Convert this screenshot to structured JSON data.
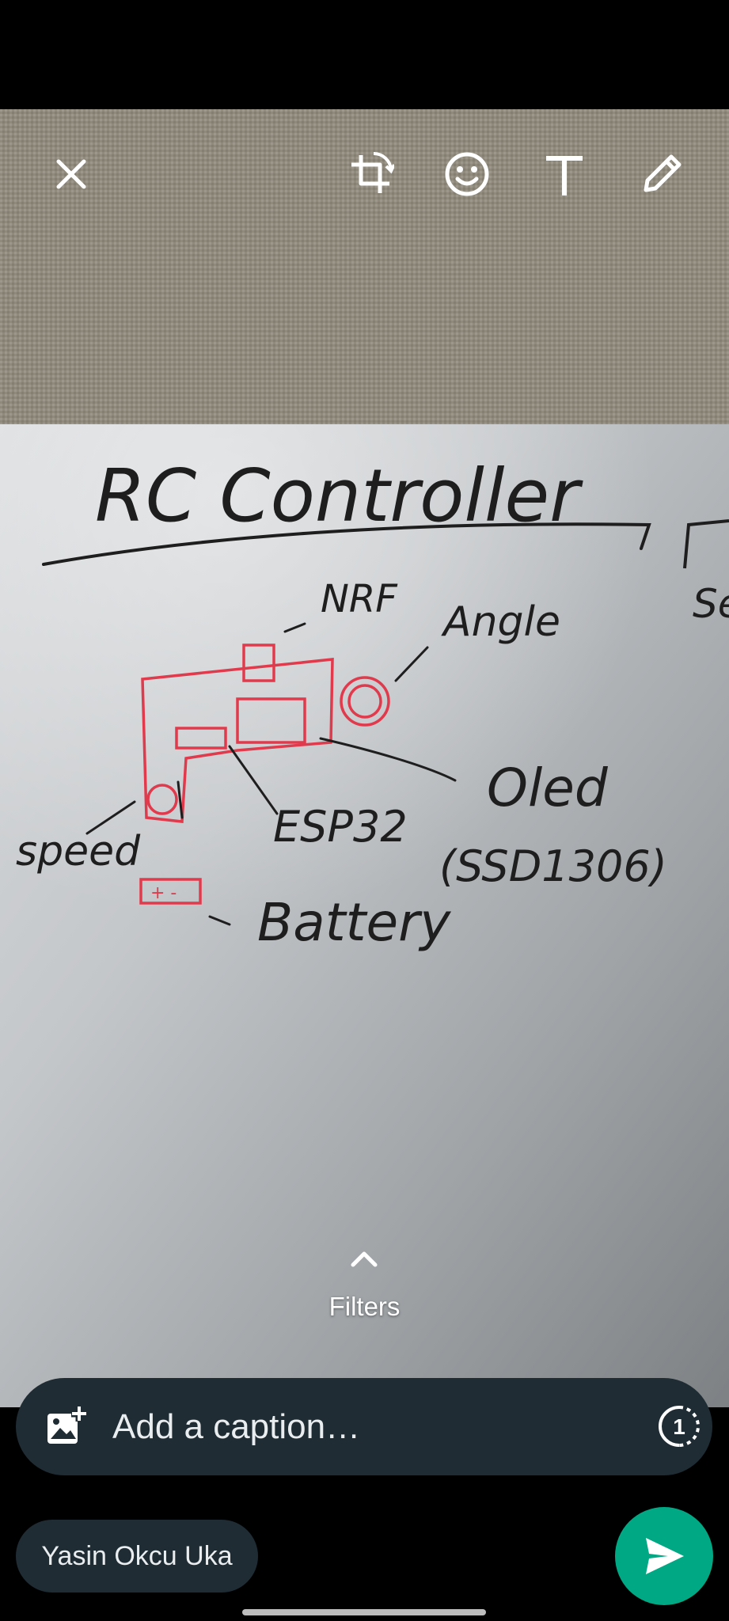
{
  "photo": {
    "alt": "Whiteboard photo",
    "handwriting": {
      "title": "RC Controller",
      "nrf": "NRF",
      "angle": "Angle",
      "speed": "speed",
      "esp32": "ESP32",
      "oled": "Oled",
      "ssd": "(SSD1306)",
      "battery": "Battery",
      "battery_symbol": "+ -",
      "edge": "Se"
    }
  },
  "toolbar": {
    "close_icon": "close-icon",
    "crop_icon": "crop-rotate-icon",
    "emoji_icon": "emoji-icon",
    "text_icon": "text-icon",
    "draw_icon": "pencil-icon"
  },
  "filters": {
    "label": "Filters"
  },
  "caption": {
    "placeholder": "Add a caption…",
    "view_once_number": "1"
  },
  "recipient": {
    "name": "Yasin Okcu Uka"
  },
  "colors": {
    "accent": "#00a884",
    "bar_background": "#1f2c34",
    "ink_black": "#1e1e1e",
    "ink_red": "#e03a4c"
  }
}
